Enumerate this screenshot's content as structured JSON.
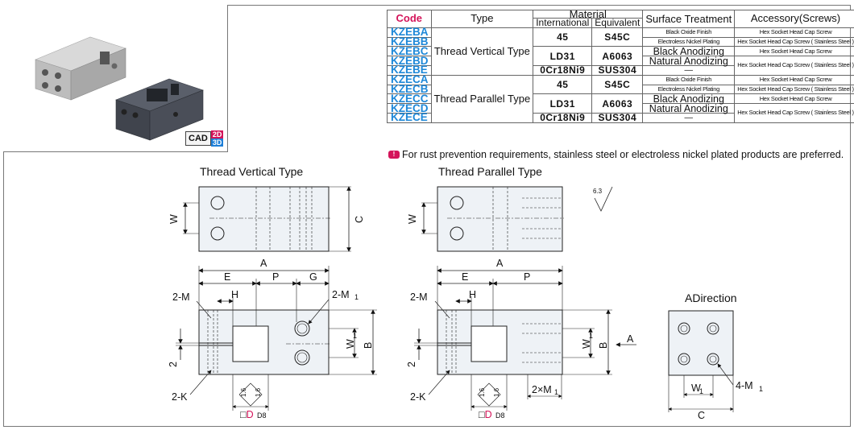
{
  "badge": {
    "cad": "CAD",
    "d2": "2D",
    "d3": "3D"
  },
  "table": {
    "headers": {
      "code": "Code",
      "type": "Type",
      "material": "Material",
      "international": "International",
      "equivalent": "Equivalent",
      "surface": "Surface Treatment",
      "accessory": "Accessory(Screws)"
    },
    "codes": [
      "KZEBA",
      "KZEBB",
      "KZEBC",
      "KZEBD",
      "KZEBE",
      "KZECA",
      "KZECB",
      "KZECC",
      "KZECD",
      "KZECE"
    ],
    "types": {
      "vertical": "Thread Vertical Type",
      "parallel": "Thread Parallel Type"
    },
    "materials": [
      {
        "intl": "45",
        "equiv": "S45C"
      },
      {
        "intl": "LD31",
        "equiv": "A6063"
      },
      {
        "intl": "0Cr18Ni9",
        "equiv": "SUS304"
      }
    ],
    "surfaces": [
      "Black Oxide Finish",
      "Electroless Nickel Plating",
      "Black Anodizing",
      "Natural Anodizing",
      "—"
    ],
    "accessories": {
      "normal": "Hex Socket Head Cap Screw",
      "stainless": "Hex Socket Head Cap Screw ( Stainless Steel )"
    }
  },
  "note": "For rust prevention requirements, stainless steel or electroless nickel plated products are preferred.",
  "drawings": {
    "vertical_title": "Thread Vertical Type",
    "parallel_title": "Thread Parallel Type",
    "adirection_title": "ADirection",
    "roughness": "6.3",
    "dims": {
      "A": "A",
      "B": "B",
      "C": "C",
      "E": "E",
      "P": "P",
      "G": "G",
      "H": "H",
      "W": "W",
      "W1": "W",
      "sub1": "1",
      "M1": "2-M",
      "two_m": "2-M",
      "two_k": "2-K",
      "two": "2",
      "four_m1": "4-M",
      "two_x_m1": "2×M",
      "d_small": "1.6",
      "D": "D",
      "D8": "D8",
      "A_arrow": "A"
    }
  }
}
